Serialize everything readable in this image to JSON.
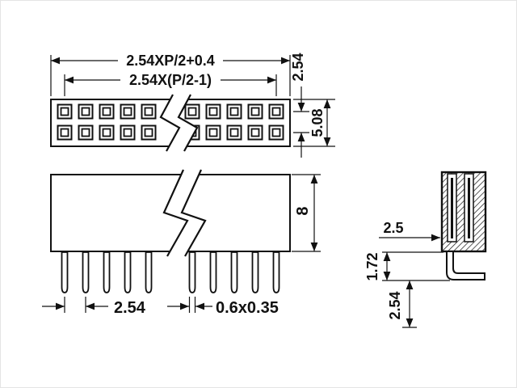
{
  "top_view": {
    "overall_width": "2.54XP/2+0.4",
    "hole_centers_span": "2.54X(P/2-1)",
    "row_pitch": "2.54",
    "body_width": "5.08"
  },
  "front_view": {
    "body_height": "8",
    "pin_pitch": "2.54",
    "pin_cross_section": "0.6x0.35"
  },
  "side_view": {
    "contact_depth": "2.5",
    "contact_offset": "1.72",
    "tail_length": "2.54"
  }
}
